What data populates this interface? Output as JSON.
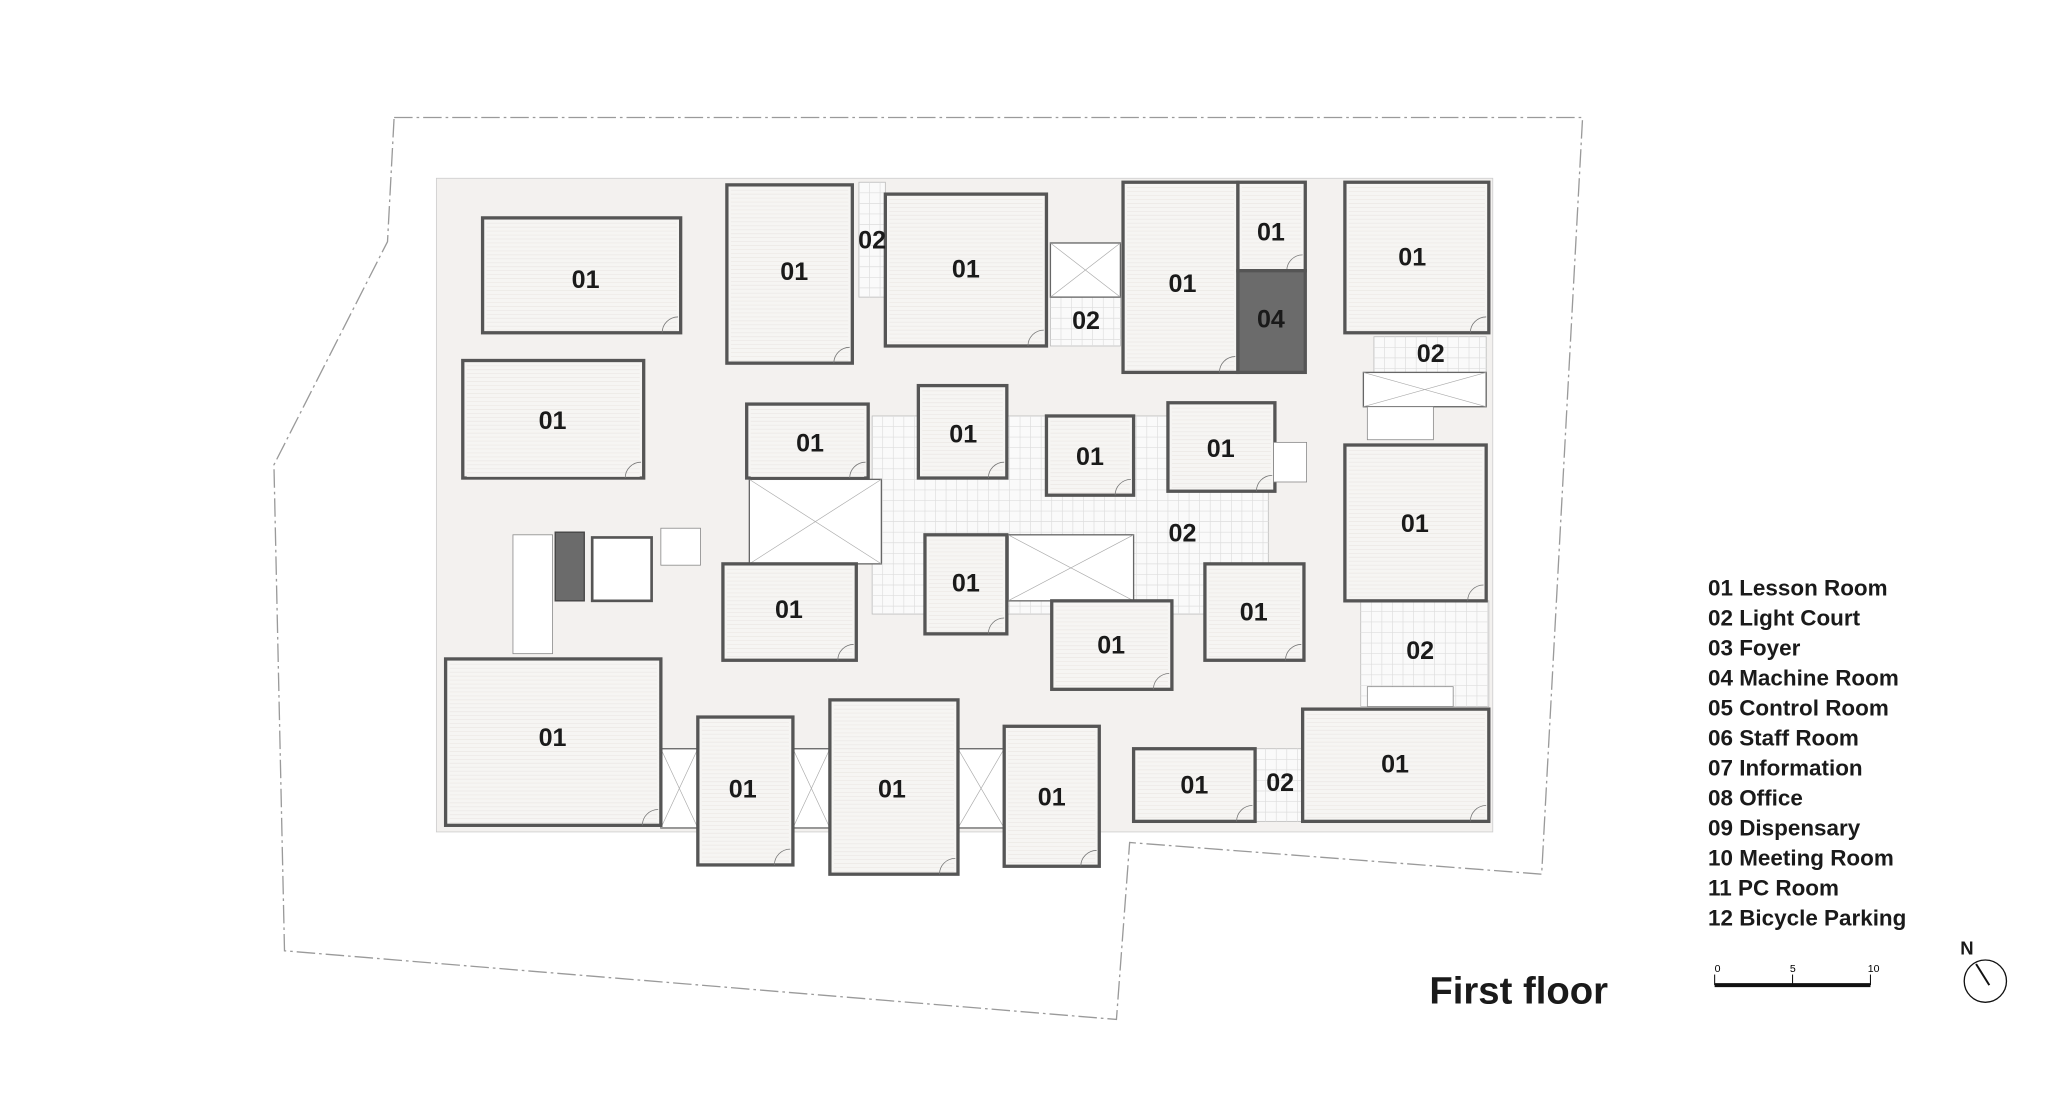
{
  "title": "First floor",
  "legend": [
    "01 Lesson Room",
    "02 Light Court",
    "03 Foyer",
    "04 Machine Room",
    "05 Control Room",
    "06 Staff Room",
    "07 Information",
    "08 Office",
    "09 Dispensary",
    "10 Meeting Room",
    "11 PC Room",
    "12 Bicycle Parking"
  ],
  "scale_bar": {
    "ticks": [
      "0",
      "5",
      "10"
    ]
  },
  "north_label": "N",
  "rooms": [
    "01",
    "01",
    "01",
    "01",
    "01",
    "01",
    "04",
    "01",
    "01",
    "01",
    "01",
    "01",
    "01",
    "01",
    "01",
    "01",
    "01",
    "01",
    "01",
    "01",
    "01",
    "01",
    "01"
  ],
  "light_courts": [
    "02",
    "02",
    "02",
    "02",
    "02",
    "02"
  ],
  "colors": {
    "wall": "#555555",
    "floor": "#f3f1ef",
    "machine": "#6b6b6b",
    "boundary": "#9a9a9a"
  }
}
